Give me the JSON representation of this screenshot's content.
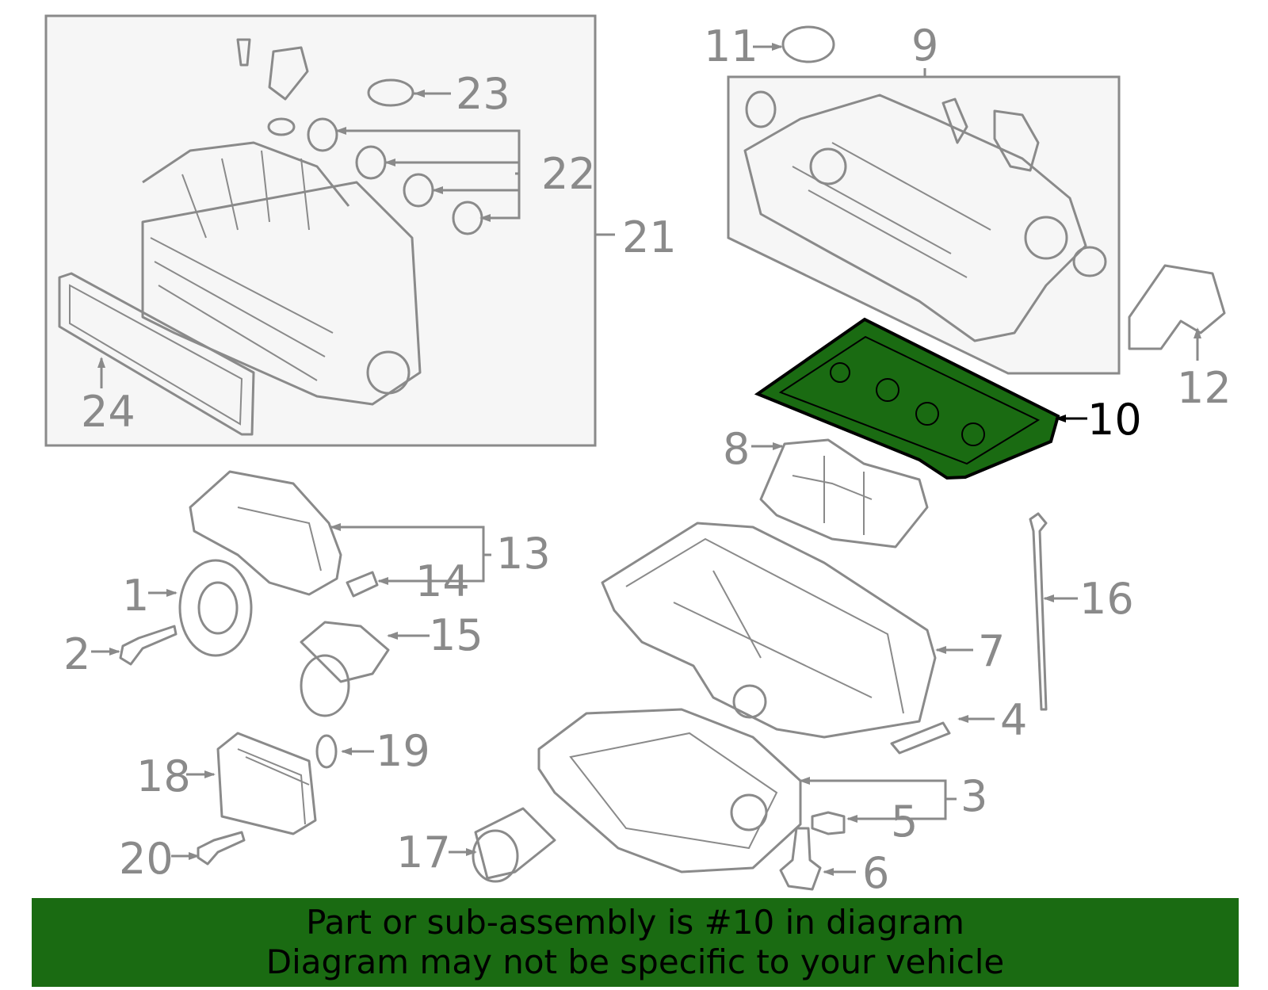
{
  "diagram": {
    "highlighted_part": "10",
    "highlight_color": "#1a6b12",
    "labels": [
      "1",
      "2",
      "3",
      "4",
      "5",
      "6",
      "7",
      "8",
      "9",
      "10",
      "11",
      "12",
      "13",
      "14",
      "15",
      "16",
      "17",
      "18",
      "19",
      "20",
      "21",
      "22",
      "23",
      "24"
    ]
  },
  "banner": {
    "line1": "Part or sub-assembly is #10 in diagram",
    "line2": "Diagram may not be specific to your vehicle",
    "background": "#1a6b12"
  }
}
